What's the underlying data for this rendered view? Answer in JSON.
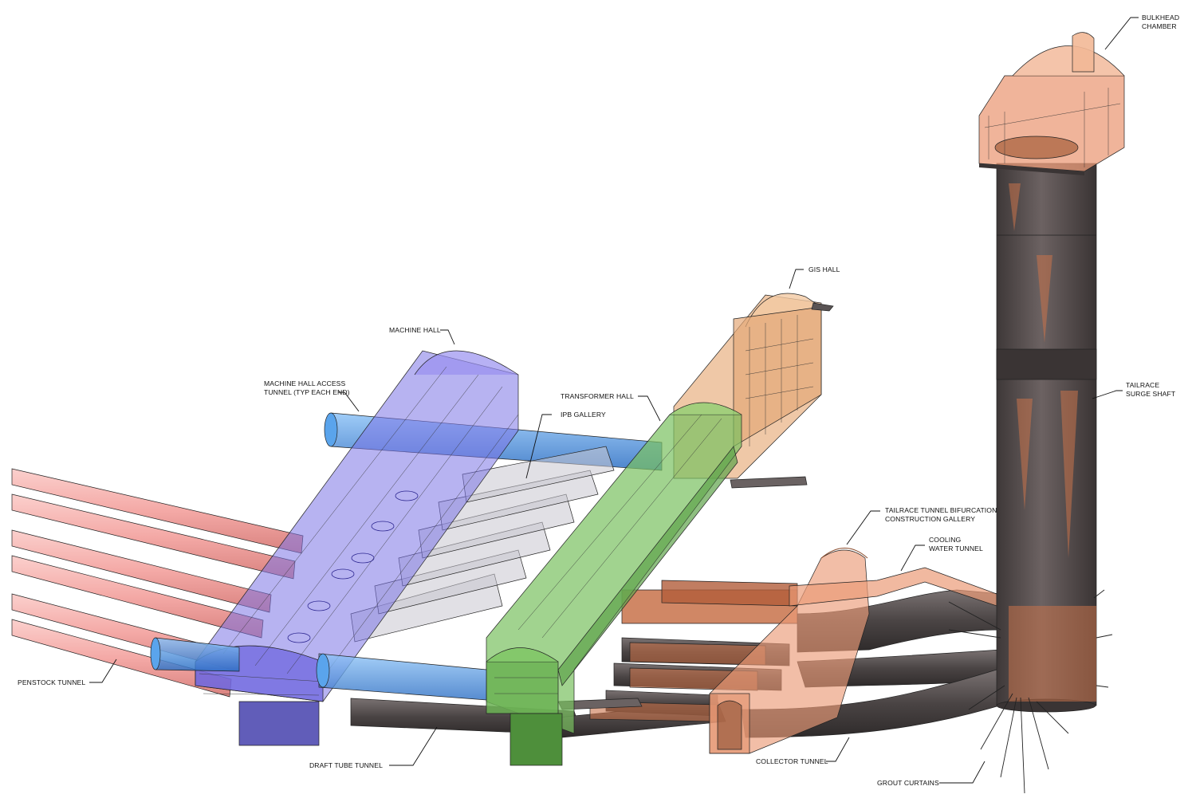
{
  "colors": {
    "penstock": "#f4a9a6",
    "machine_hall": "#7c74e6",
    "machine_hall_dark": "#3a34a8",
    "transformer_hall": "#79c060",
    "transformer_hall_dark": "#3c7a2c",
    "gis_hall": "#eab58a",
    "gis_hall_dark": "#8a5530",
    "access_tunnel": "#3f8fe0",
    "draft_tube": "#5a5555",
    "copper": "#c8724a",
    "surge_shaft": "#5c5454"
  },
  "labels": {
    "bulkhead_chamber": [
      "BULKHEAD",
      "CHAMBER"
    ],
    "gis_hall": [
      "GIS HALL"
    ],
    "machine_hall": [
      "MACHINE HALL"
    ],
    "machine_hall_access": [
      "MACHINE HALL ACCESS",
      "TUNNEL (TYP EACH END)"
    ],
    "transformer_hall": [
      "TRANSFORMER HALL"
    ],
    "ipb_gallery": [
      "IPB GALLERY"
    ],
    "tailrace_surge_shaft": [
      "TAILRACE",
      "SURGE SHAFT"
    ],
    "tailrace_bifurcation": [
      "TAILRACE TUNNEL BIFURCATION",
      "CONSTRUCTION GALLERY"
    ],
    "cooling_water": [
      "COOLING",
      "WATER TUNNEL"
    ],
    "penstock_tunnel": [
      "PENSTOCK TUNNEL"
    ],
    "draft_tube_tunnel": [
      "DRAFT TUBE TUNNEL"
    ],
    "collector_tunnel": [
      "COLLECTOR TUNNEL"
    ],
    "grout_curtains": [
      "GROUT CURTAINS"
    ]
  }
}
